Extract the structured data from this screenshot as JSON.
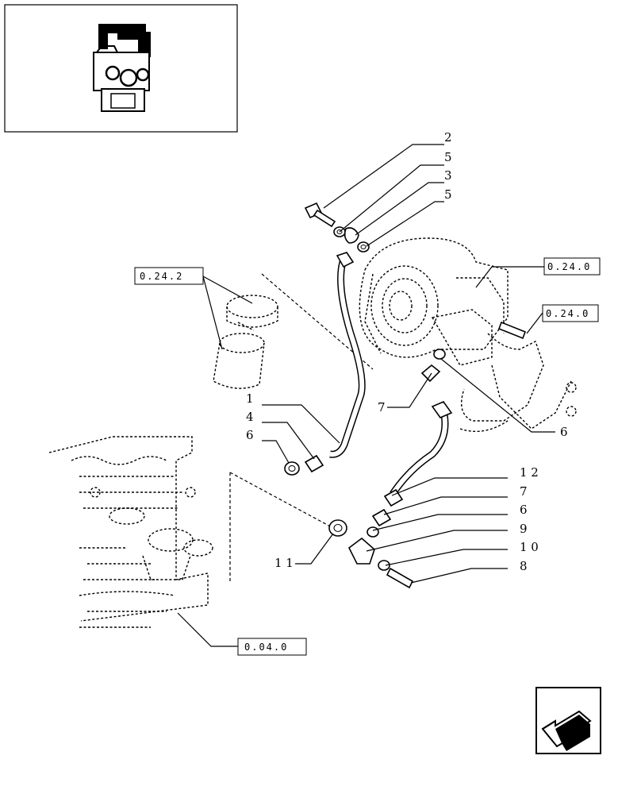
{
  "labels": {
    "c2": "2",
    "c5a": "5",
    "c3": "3",
    "c5b": "5",
    "l1": "1",
    "l4": "4",
    "l6": "6",
    "l7": "7",
    "r6": "6",
    "r12": "1 2",
    "r7": "7",
    "r6b": "6",
    "r9": "9",
    "r10": "1 0",
    "r8": "8",
    "l11": "1 1"
  },
  "refs": {
    "r0242": "0.24.2",
    "r0240a": "0.24.0",
    "r0240b": "0.24.0",
    "r0040": "0.04.0"
  },
  "icons": {
    "thumbnail": "tractor-engine-thumbnail-icon",
    "navigation": "next-page-arrow-icon"
  },
  "colors": {
    "ink": "#000000",
    "paper": "#ffffff"
  }
}
